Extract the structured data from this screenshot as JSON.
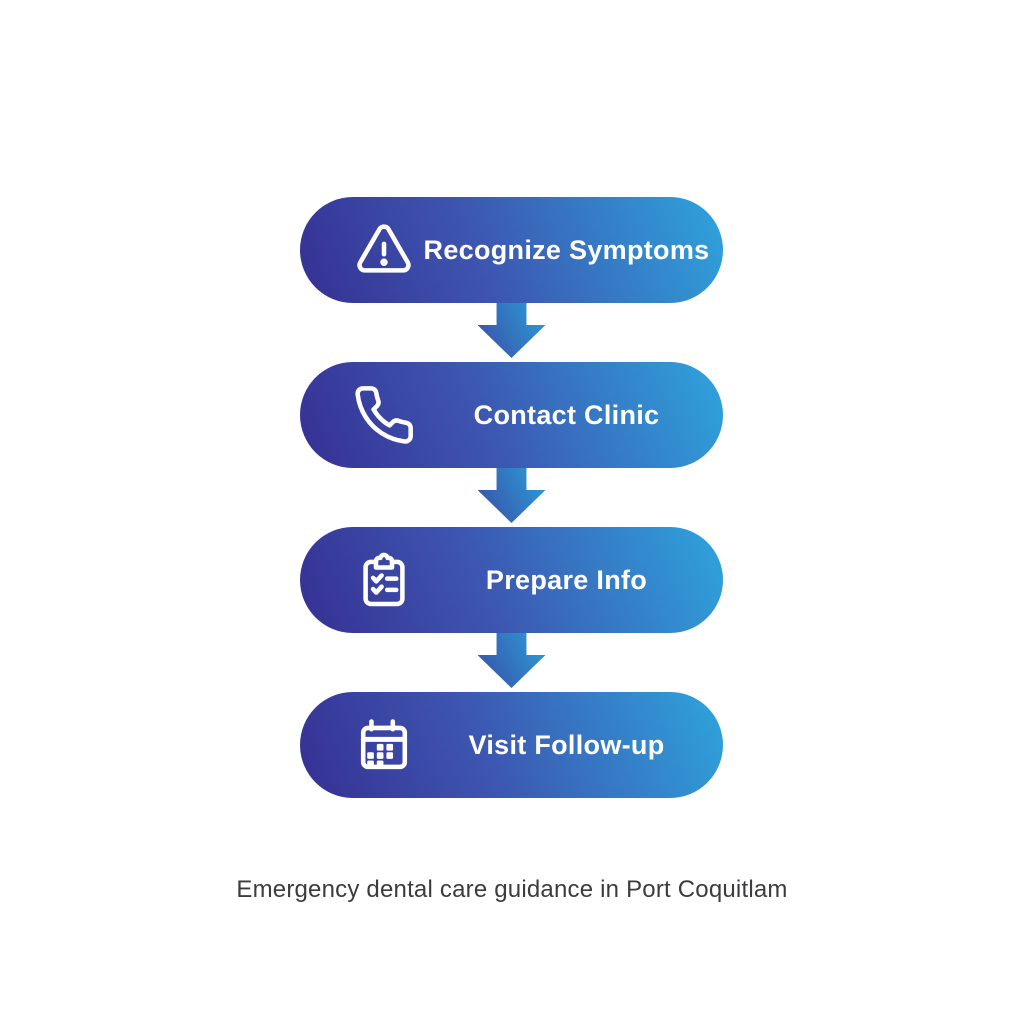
{
  "page": {
    "background_color": "#ffffff",
    "caption": "Emergency dental care guidance in Port Coquitlam",
    "caption_color": "#3c3c3e"
  },
  "flow": {
    "pill_gradient_start": "#363093",
    "pill_gradient_end": "#2ea4dc",
    "arrow_gradient_start": "#3a4da6",
    "arrow_gradient_end": "#2b9fd9",
    "icon_color": "#ffffff",
    "label_color": "#ffffff",
    "steps": [
      {
        "label": "Recognize Symptoms",
        "icon": "warning-triangle-icon"
      },
      {
        "label": "Contact Clinic",
        "icon": "phone-icon"
      },
      {
        "label": "Prepare Info",
        "icon": "clipboard-checklist-icon"
      },
      {
        "label": "Visit Follow-up",
        "icon": "calendar-icon"
      }
    ]
  }
}
